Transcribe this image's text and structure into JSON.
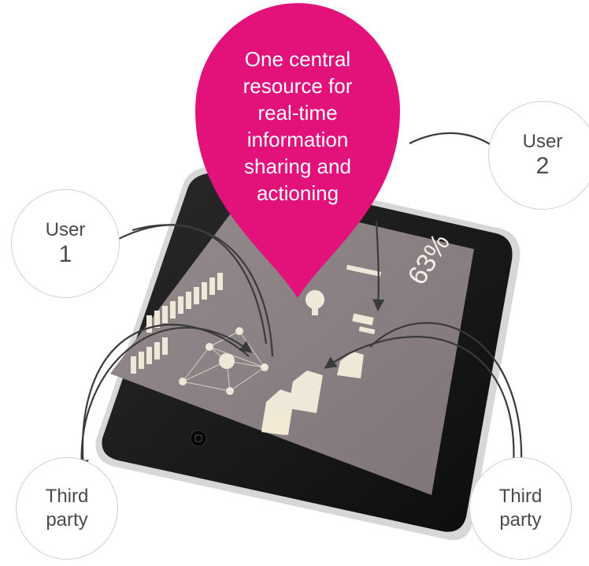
{
  "central_label": [
    "One central",
    "resource for",
    "real-time",
    "information",
    "sharing and",
    "actioning"
  ],
  "nodes": {
    "user1": {
      "line1": "User",
      "line2": "1"
    },
    "user2": {
      "line1": "User",
      "line2": "2"
    },
    "third_party_left": {
      "line1": "Third",
      "line2": "party"
    },
    "third_party_right": {
      "line1": "Third",
      "line2": "party"
    }
  },
  "screen_stats": [
    "63%"
  ],
  "colors": {
    "accent_magenta": "#e2127a",
    "tablet_body": "#151515",
    "screen_bg": "#8a8083",
    "arrow": "#3a3a3a",
    "node_border": "#cfcfcf"
  },
  "icons": [
    "map-pin-icon",
    "tablet-device-icon",
    "person-icon",
    "lightbulb-icon",
    "house-icon",
    "network-icon"
  ]
}
